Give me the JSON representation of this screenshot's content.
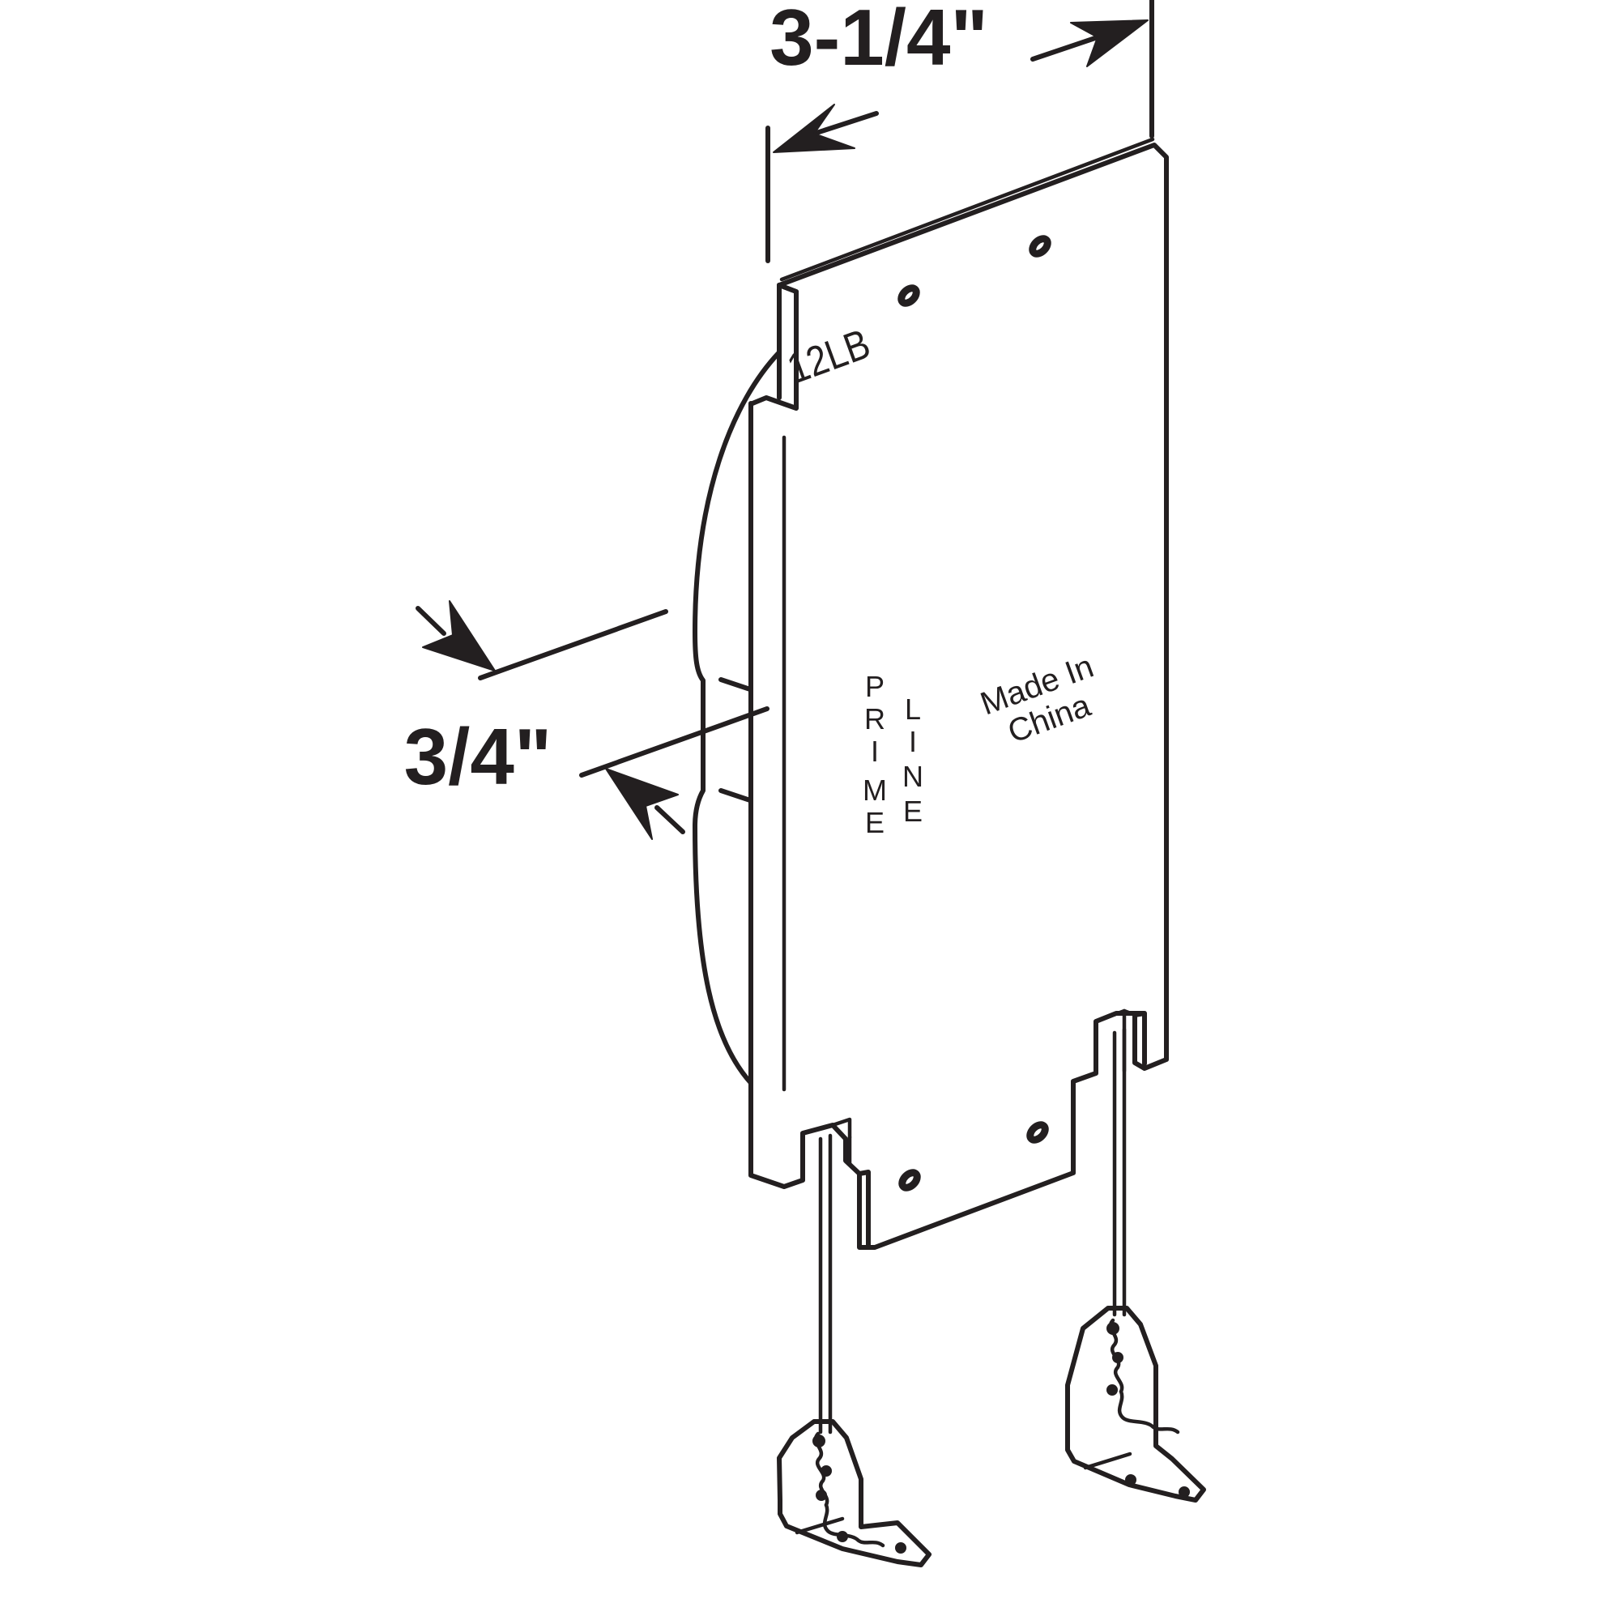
{
  "dimensions": {
    "width_label": "3-1/4\"",
    "thickness_label": "3/4\""
  },
  "plate_markings": {
    "weight": "12LB",
    "brand_letters_col1": [
      "P",
      "R",
      "I",
      "M",
      "E"
    ],
    "brand_letters_col2": [
      "L",
      "I",
      "N",
      "E"
    ],
    "origin_line1": "Made In",
    "origin_line2": "China"
  }
}
